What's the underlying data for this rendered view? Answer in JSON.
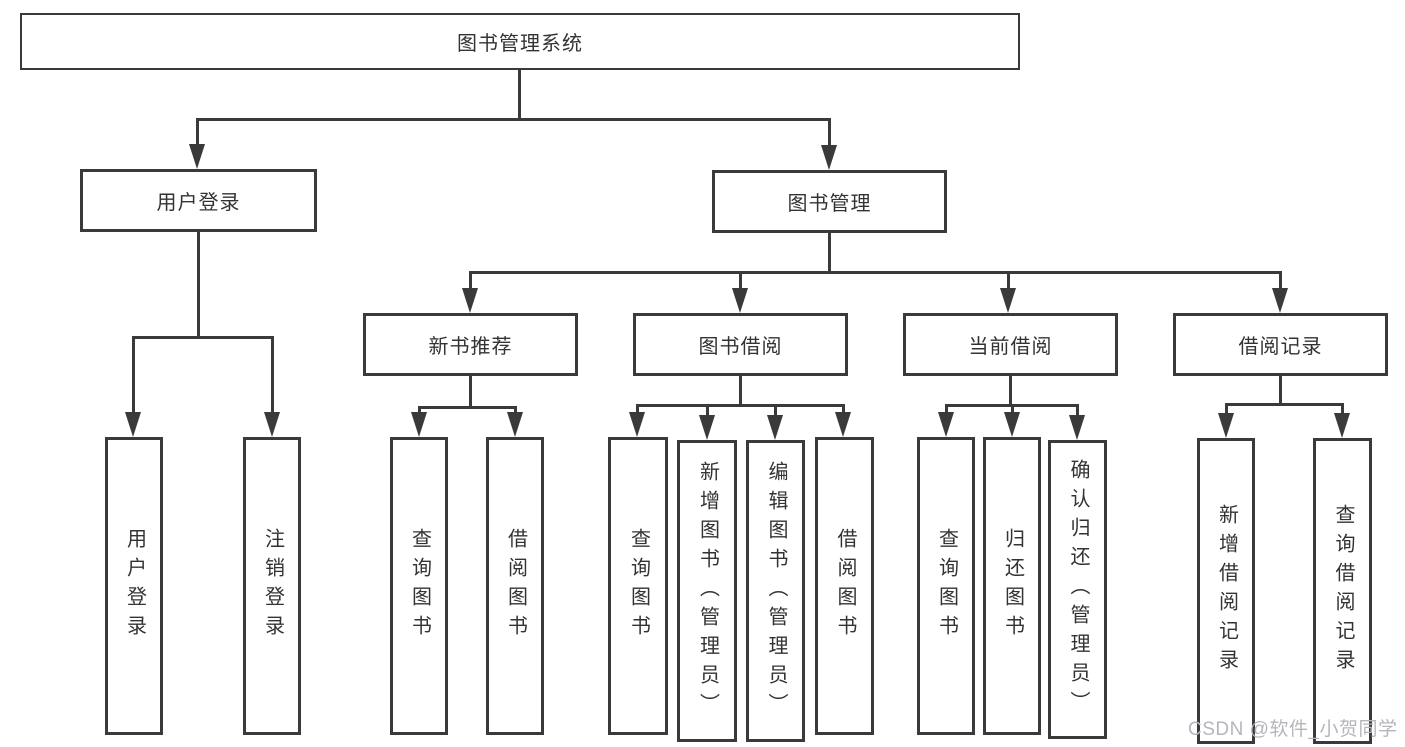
{
  "diagram": {
    "title": "图书管理系统",
    "watermark": "CSDN @软件_小贺同学",
    "colors": {
      "line": "#3a3a3a",
      "box_border": "#3a3a3a",
      "box_fill": "#ffffff",
      "text": "#333333",
      "background": "#ffffff",
      "watermark": "#b4b6bb"
    },
    "tree": {
      "label": "图书管理系统",
      "children": [
        {
          "label": "用户登录",
          "children": [
            {
              "label": "用户登录"
            },
            {
              "label": "注销登录"
            }
          ]
        },
        {
          "label": "图书管理",
          "children": [
            {
              "label": "新书推荐",
              "children": [
                {
                  "label": "查询图书"
                },
                {
                  "label": "借阅图书"
                }
              ]
            },
            {
              "label": "图书借阅",
              "children": [
                {
                  "label": "查询图书"
                },
                {
                  "label": "新增图书（管理员）"
                },
                {
                  "label": "编辑图书（管理员）"
                },
                {
                  "label": "借阅图书"
                }
              ]
            },
            {
              "label": "当前借阅",
              "children": [
                {
                  "label": "查询图书"
                },
                {
                  "label": "归还图书"
                },
                {
                  "label": "确认归还（管理员）"
                }
              ]
            },
            {
              "label": "借阅记录",
              "children": [
                {
                  "label": "新增借阅记录"
                },
                {
                  "label": "查询借阅记录"
                }
              ]
            }
          ]
        }
      ]
    }
  }
}
